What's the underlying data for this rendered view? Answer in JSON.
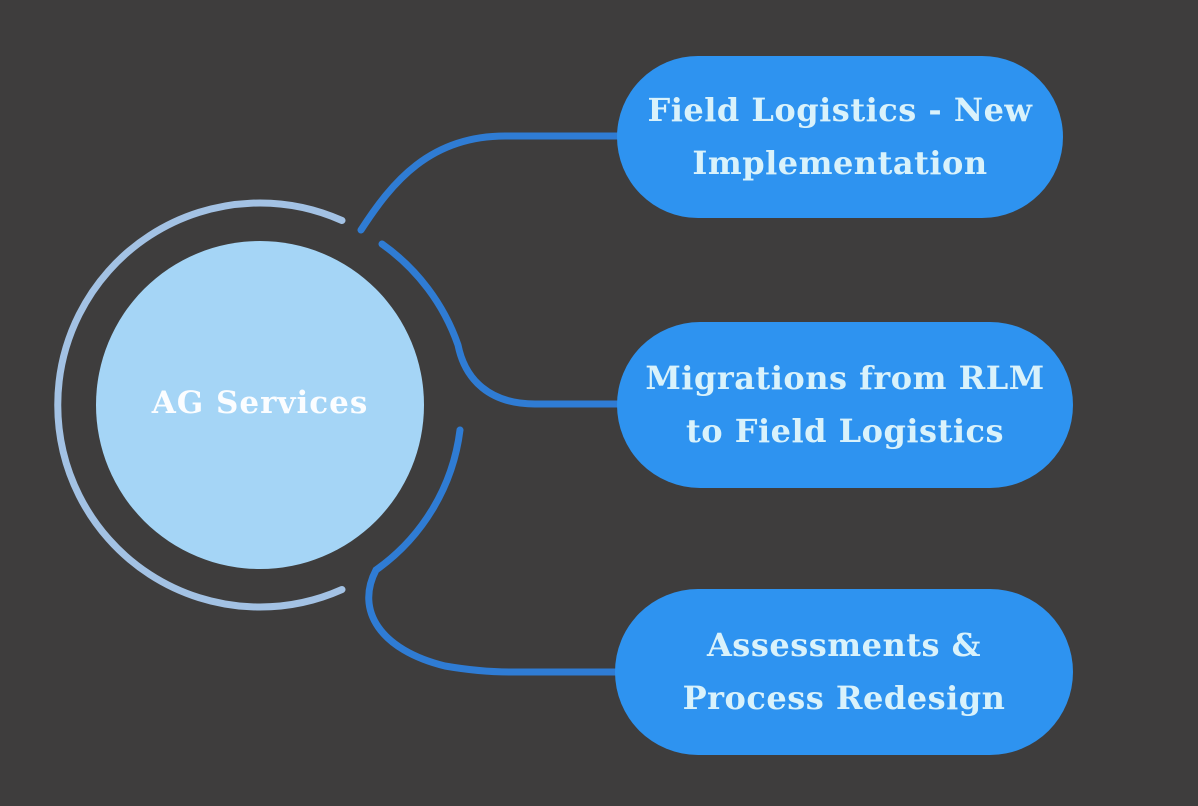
{
  "theme": {
    "bg": "#3e3d3d",
    "hub-fill": "#a5d5f6",
    "hub-text": "#fbfdff",
    "ring": "#a3c2e4",
    "connector": "#2f7cd4",
    "pill": "#2e93f0",
    "pill-text": "#d9f2fb"
  },
  "center": {
    "label": "AG Services"
  },
  "nodes": [
    {
      "id": "field-logistics-new-implementation",
      "lines": [
        "Field Logistics - New",
        "Implementation"
      ]
    },
    {
      "id": "migrations-rlm-to-field-logistics",
      "lines": [
        "Migrations from RLM",
        "to Field Logistics"
      ]
    },
    {
      "id": "assessments-process-redesign",
      "lines": [
        "Assessments &",
        "Process Redesign"
      ]
    }
  ]
}
